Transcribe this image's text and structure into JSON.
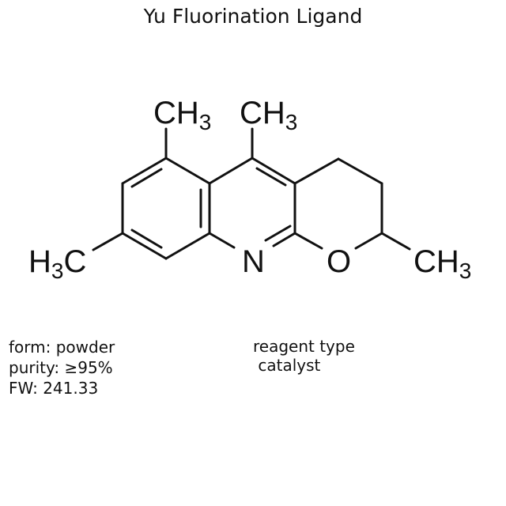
{
  "title": "Yu Fluorination Ligand",
  "structure": {
    "labels": {
      "methyl_top_left": {
        "main": "CH",
        "sub": "3"
      },
      "methyl_top_right": {
        "main": "CH",
        "sub": "3"
      },
      "methyl_left": {
        "pre": "H",
        "sub": "3",
        "main": "C"
      },
      "nitrogen": "N",
      "oxygen": "O",
      "methyl_right": {
        "main": "CH",
        "sub": "3"
      }
    }
  },
  "properties": {
    "form": "form: powder",
    "purity": "purity: ≥95%",
    "fw": "FW: 241.33"
  },
  "reagent": {
    "label": "reagent type",
    "value": " catalyst"
  }
}
